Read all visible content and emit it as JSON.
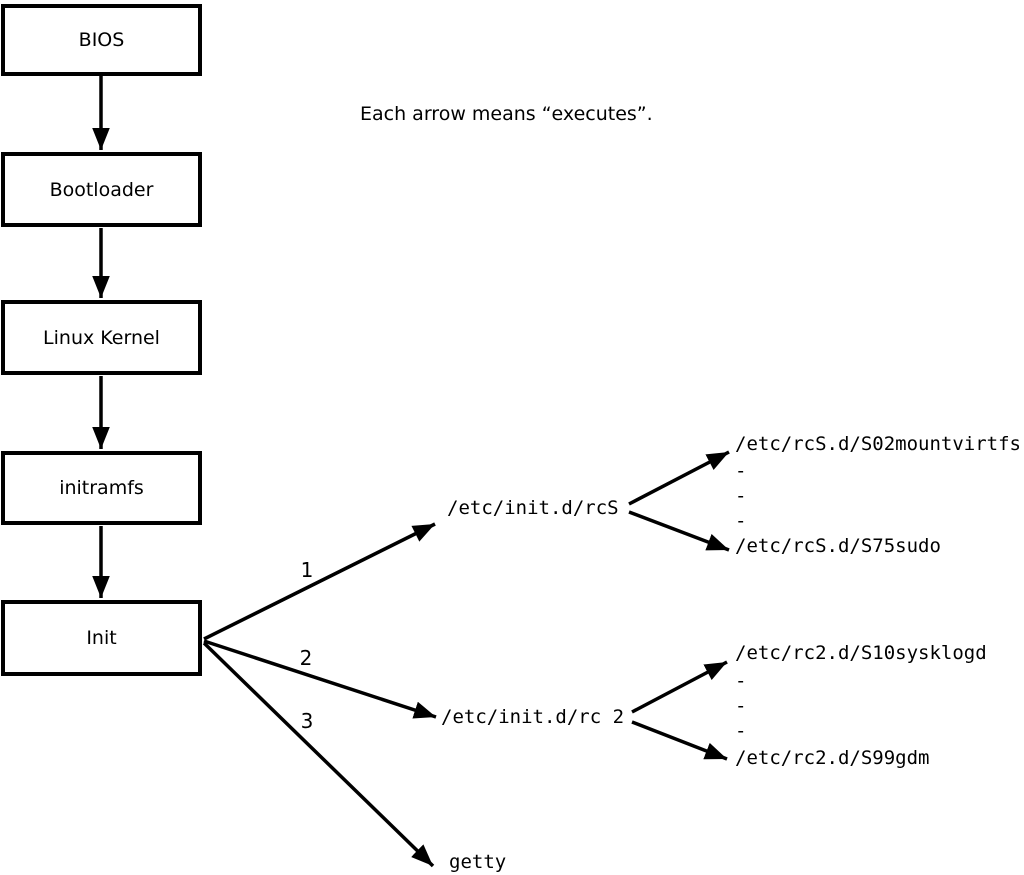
{
  "caption": "Each arrow means “executes”.",
  "boot_chain": [
    {
      "label": "BIOS"
    },
    {
      "label": "Bootloader"
    },
    {
      "label": "Linux Kernel"
    },
    {
      "label": "initramfs"
    },
    {
      "label": "Init"
    }
  ],
  "init_targets": [
    {
      "order": "1",
      "label": "/etc/init.d/rcS",
      "scripts": {
        "first": "/etc/rcS.d/S02mountvirtfs",
        "dash": "-",
        "last": "/etc/rcS.d/S75sudo"
      }
    },
    {
      "order": "2",
      "label": "/etc/init.d/rc 2",
      "scripts": {
        "first": "/etc/rc2.d/S10sysklogd",
        "dash": "-",
        "last": "/etc/rc2.d/S99gdm"
      }
    },
    {
      "order": "3",
      "label": "getty"
    }
  ]
}
